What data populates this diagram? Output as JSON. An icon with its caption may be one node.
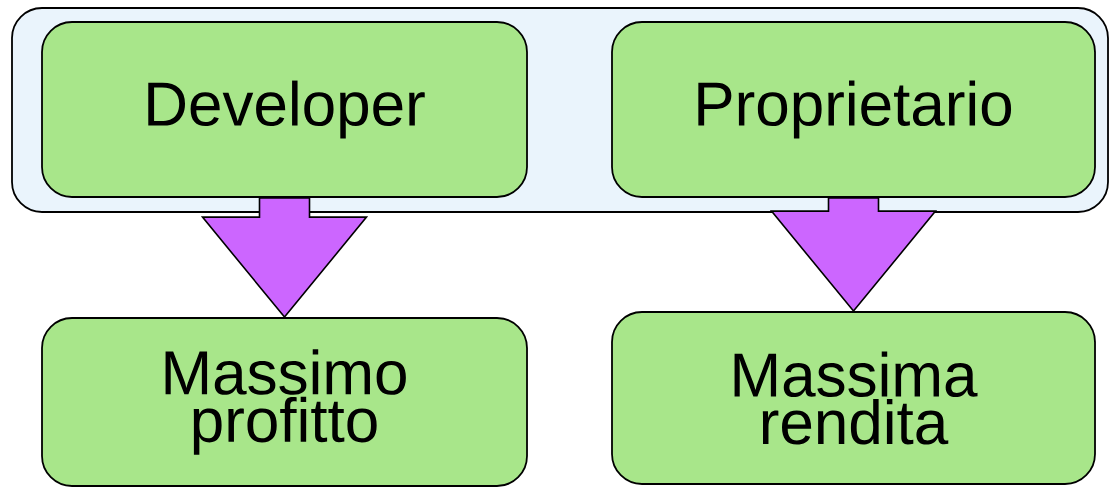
{
  "diagram": {
    "nodes": [
      {
        "text": [],
        "shape": "box"
      },
      {
        "text": [
          "Developer"
        ],
        "in": 0
      },
      {
        "text": [
          "Proprietario"
        ],
        "in": 0
      },
      {
        "text": [
          "Massimo profitto"
        ]
      },
      {
        "text": [
          "Massima rendita"
        ]
      }
    ],
    "edges": [
      {
        "from": 1,
        "to": 3,
        "arrow": "to"
      },
      {
        "from": 2,
        "to": 4,
        "arrow": "to"
      }
    ]
  }
}
